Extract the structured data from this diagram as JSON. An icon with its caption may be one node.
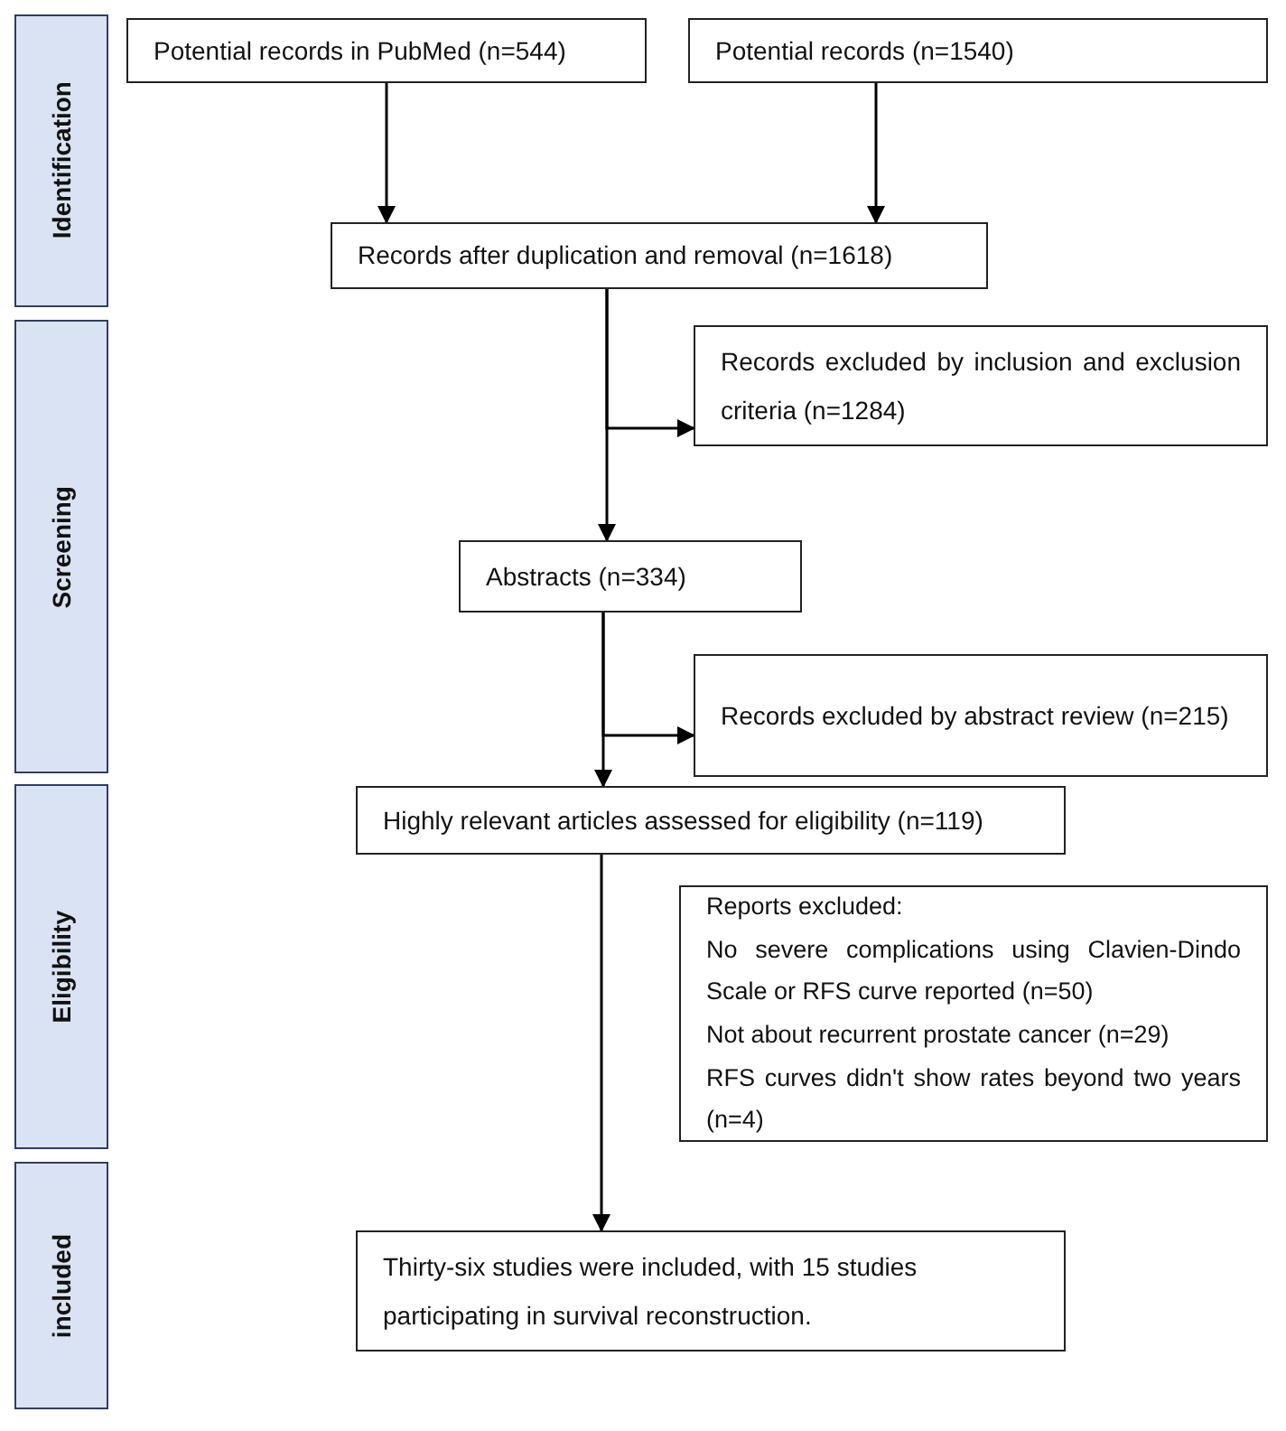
{
  "diagram": {
    "nodes": [
      {
        "text": [
          "Identification"
        ]
      },
      {
        "text": [
          "Potential records in PubMed (n=544)"
        ]
      },
      {
        "text": [
          "Potential records (n=1540)"
        ]
      },
      {
        "text": [
          "Records after duplication and removal (n=1618)"
        ]
      },
      {
        "text": [
          "Screening"
        ]
      },
      {
        "text": [
          "Records excluded by inclusion and exclusion criteria (n=1284)"
        ]
      },
      {
        "text": [
          "Abstracts (n=334)"
        ]
      },
      {
        "text": [
          "Records excluded by abstract review (n=215)"
        ]
      },
      {
        "text": [
          "Eligibility"
        ]
      },
      {
        "text": [
          "Highly relevant articles assessed for eligibility (n=119)"
        ]
      },
      {
        "text": [
          "Reports excluded:",
          "No severe complications using Clavien-Dindo Scale or RFS curve reported (n=50)",
          "Not about recurrent prostate cancer (n=29)",
          "RFS curves didn't show rates beyond two years (n=4)"
        ]
      },
      {
        "text": [
          "included"
        ]
      },
      {
        "text": [
          "Thirty-six studies were included, with 15 studies participating in survival reconstruction."
        ]
      }
    ],
    "edges": [
      {
        "from": 1,
        "to": 3,
        "arrow": "to"
      },
      {
        "from": 2,
        "to": 3,
        "arrow": "to"
      },
      {
        "from": 3,
        "to": 6,
        "arrow": "to"
      },
      {
        "from": 3,
        "to": 5,
        "arrow": "to"
      },
      {
        "from": 6,
        "to": 9,
        "arrow": "to"
      },
      {
        "from": 6,
        "to": 7,
        "arrow": "to"
      },
      {
        "from": 9,
        "to": 12,
        "arrow": "to"
      }
    ]
  }
}
